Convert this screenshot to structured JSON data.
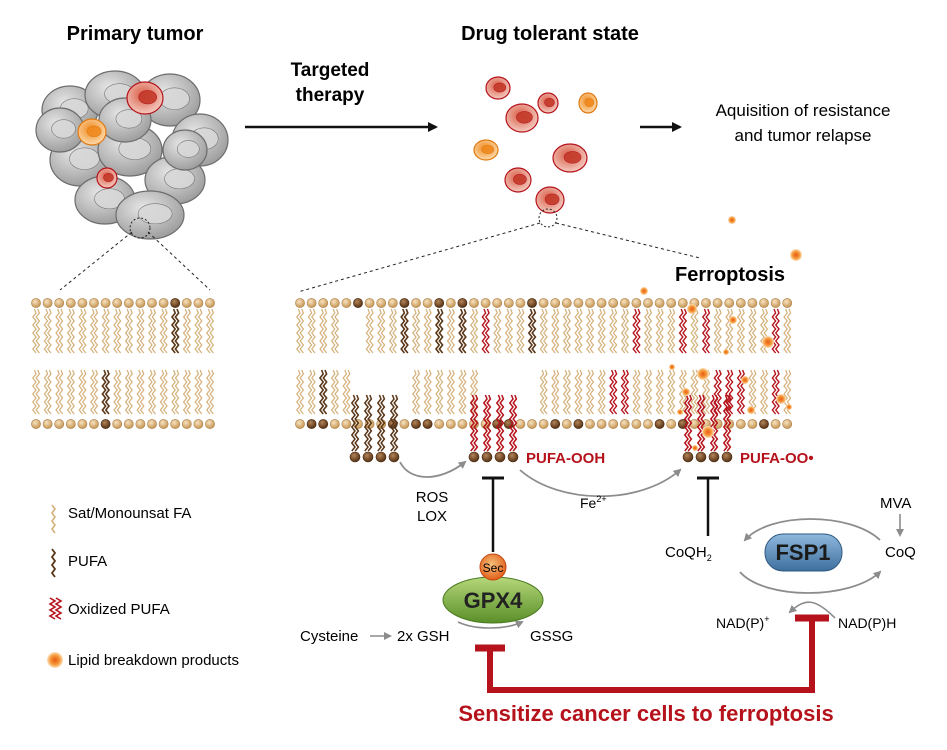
{
  "titles": {
    "primary_tumor": "Primary tumor",
    "drug_tolerant_state": "Drug tolerant state",
    "therapy_line1": "Targeted",
    "therapy_line2": "therapy",
    "resistance_line1": "Aquisition of resistance",
    "resistance_line2": "and tumor relapse",
    "ferroptosis": "Ferroptosis"
  },
  "legend": {
    "sat": "Sat/Monounsat FA",
    "pufa": "PUFA",
    "oxidized": "Oxidized PUFA",
    "lipid": "Lipid breakdown products"
  },
  "pathway": {
    "pufa_ooh": "PUFA-OOH",
    "pufa_oo": "PUFA-OO•",
    "ros": "ROS",
    "lox": "LOX",
    "fe": "Fe",
    "fe_sup": "2+",
    "sec": "Sec",
    "gpx4": "GPX4",
    "cysteine": "Cysteine",
    "gsh": "2x GSH",
    "gssg": "GSSG",
    "coqh": "CoQH",
    "coqh_sub": "2",
    "fsp1": "FSP1",
    "coq": "CoQ",
    "mva": "MVA",
    "nadp_plus": "NAD(P)",
    "nadp_plus_sup": "+",
    "nadph": "NAD(P)H"
  },
  "footer": {
    "sensitize": "Sensitize cancer cells to ferroptosis"
  },
  "colors": {
    "dark_red": "#b5121b",
    "lipid_head": "#e2c08f",
    "pufa_head": "#7a5230",
    "cell_gray": "#c9c9c9",
    "fsp1_blue": "#4f86b8",
    "gpx4_green": "#7fb03a"
  }
}
